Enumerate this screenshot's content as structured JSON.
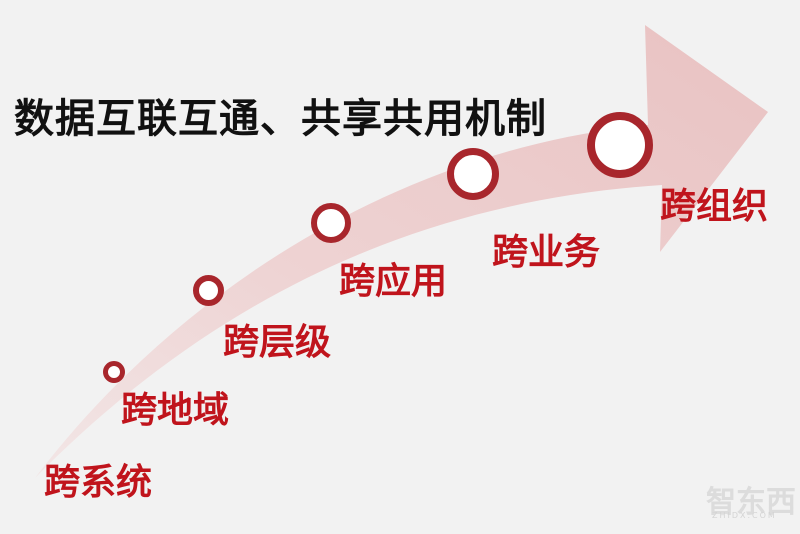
{
  "headline": "数据互联互通、共享共用机制",
  "steps": [
    {
      "label": "跨系统"
    },
    {
      "label": "跨地域"
    },
    {
      "label": "跨层级"
    },
    {
      "label": "跨应用"
    },
    {
      "label": "跨业务"
    },
    {
      "label": "跨组织"
    }
  ],
  "watermark": {
    "text": "智东西",
    "sub": "ZHIDX.COM"
  },
  "colors": {
    "background": "#f2f2f2",
    "arrow": "#ecc8c8",
    "label": "#c0141c",
    "node_ring": "#a8262c",
    "headline": "#111111"
  }
}
